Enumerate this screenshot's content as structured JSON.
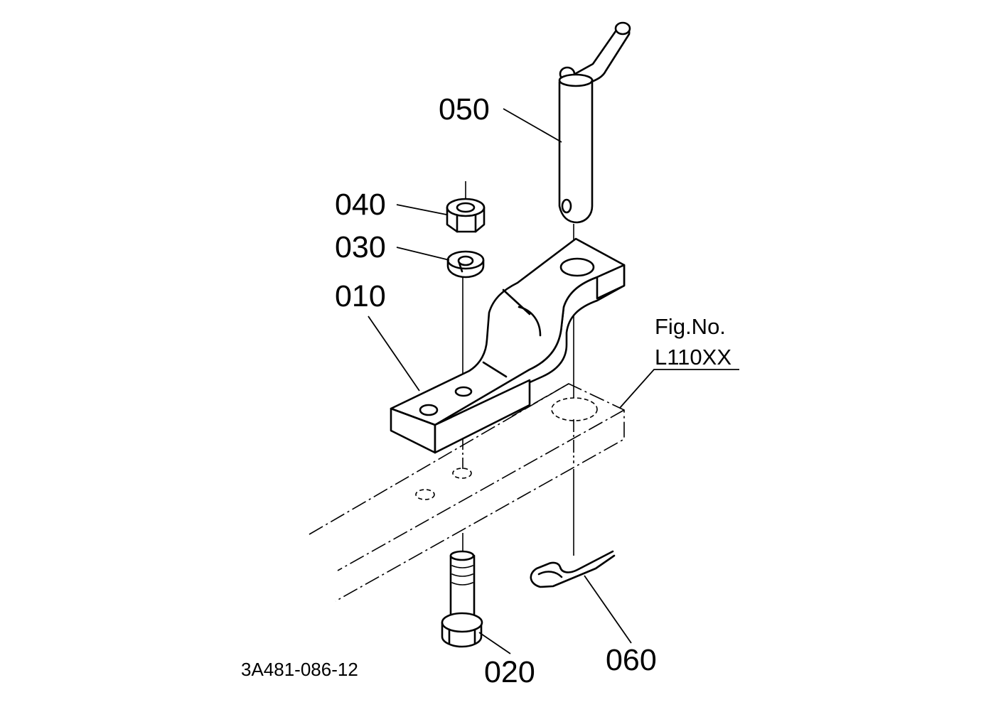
{
  "figure": {
    "fig_label": "Fig.No.",
    "fig_number": "L110XX",
    "drawing_code": "3A481-086-12"
  },
  "parts": [
    {
      "id": "010",
      "label": "010"
    },
    {
      "id": "020",
      "label": "020"
    },
    {
      "id": "030",
      "label": "030"
    },
    {
      "id": "040",
      "label": "040"
    },
    {
      "id": "050",
      "label": "050"
    },
    {
      "id": "060",
      "label": "060"
    }
  ]
}
